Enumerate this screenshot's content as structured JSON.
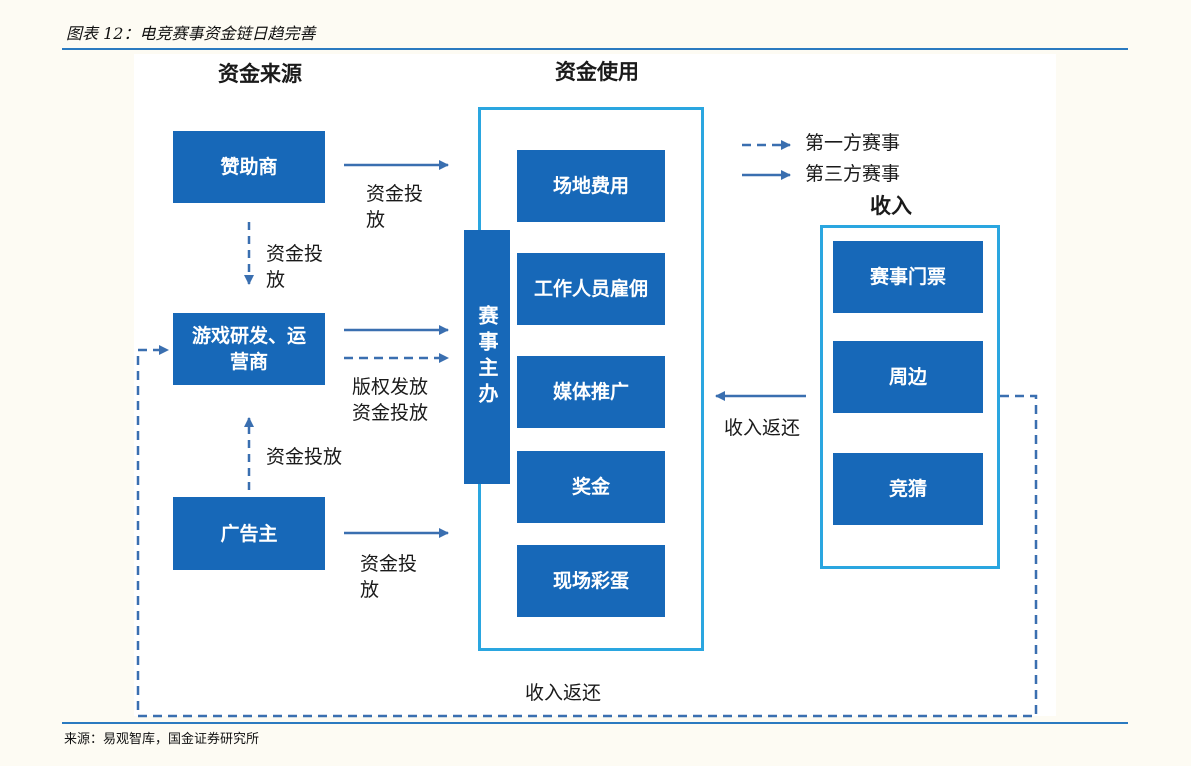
{
  "figure_title": "图表 12：电竞赛事资金链日趋完善",
  "source": "来源：易观智库，国金证券研究所",
  "headers": {
    "funding_source": "资金来源",
    "funding_use": "资金使用",
    "income": "收入"
  },
  "legend": {
    "first_party": "第一方赛事",
    "third_party": "第三方赛事"
  },
  "sources": {
    "sponsor": "赞助商",
    "developer": "游戏研发、运营商",
    "advertiser": "广告主"
  },
  "organizer": "赛事主办",
  "uses": [
    "场地费用",
    "工作人员雇佣",
    "媒体推广",
    "奖金",
    "现场彩蛋"
  ],
  "income_items": [
    "赛事门票",
    "周边",
    "竞猜"
  ],
  "flow_labels": {
    "sponsor_invest": "资金投放",
    "sponsor_to_dev": "资金投放",
    "dev_copyright": "版权发放",
    "dev_invest": "资金投放",
    "adv_to_dev": "资金投放",
    "adv_invest": "资金投放",
    "return_mid": "收入返还",
    "return_bottom": "收入返还"
  },
  "colors": {
    "box_fill": "#1768b8",
    "frame_border": "#2aa6e0",
    "arrow": "#3a6fb0",
    "rule": "#2a7ac0"
  }
}
